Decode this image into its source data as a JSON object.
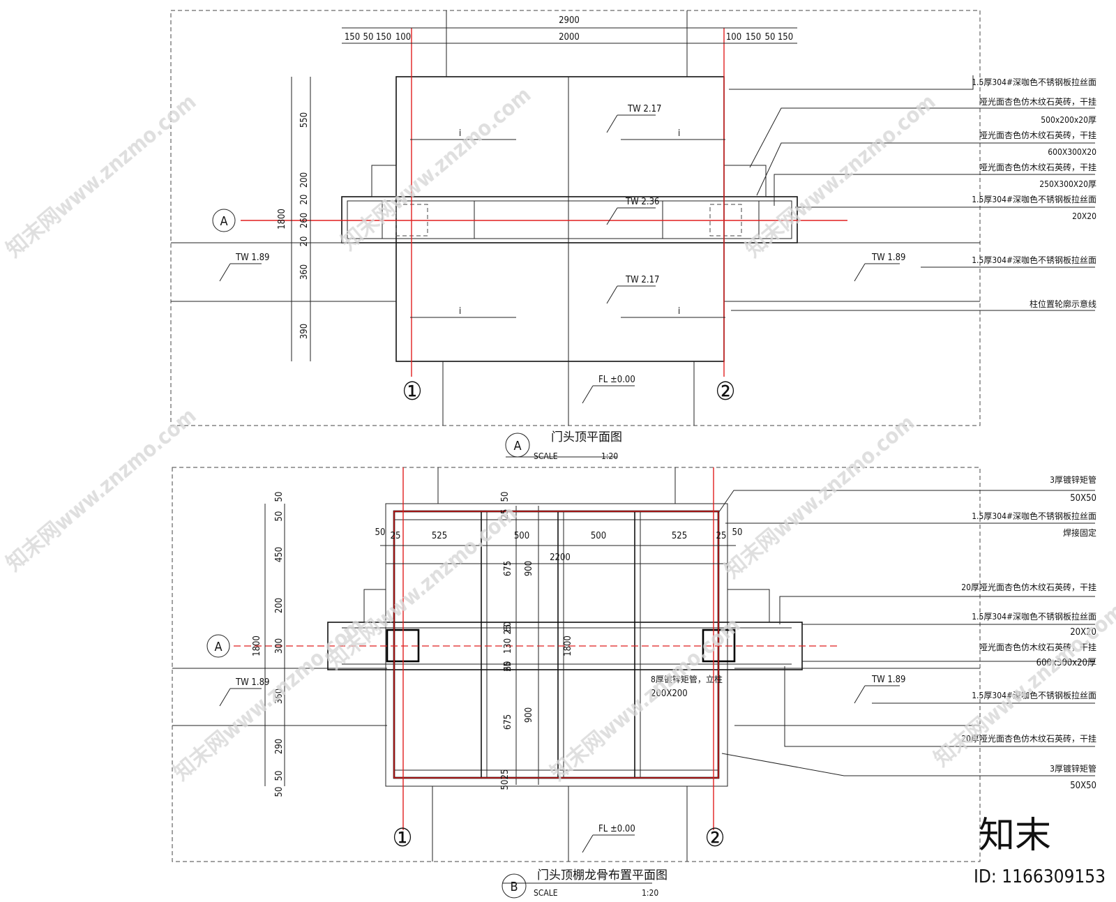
{
  "plan_a": {
    "dims_top": [
      "2900",
      "2000"
    ],
    "dims_top_left": [
      "150",
      "50",
      "150",
      "100"
    ],
    "dims_top_right": [
      "100",
      "150",
      "50",
      "150"
    ],
    "dims_left": [
      "550",
      "200",
      "20",
      "260",
      "20",
      "360",
      "390"
    ],
    "dim_total_left": "1800",
    "levels": [
      "TW 2.17",
      "TW 2.36",
      "TW 2.17",
      "TW 1.89",
      "TW 1.89",
      "FL ±0.00"
    ],
    "slope_mark": "i",
    "axis_a": "A",
    "grid_1": "①",
    "grid_2": "②",
    "notes": [
      "1.5厚304#深咖色不锈钢板拉丝面",
      "哑光面杏色仿木纹石英砖，干挂",
      "500x200x20厚",
      "哑光面杏色仿木纹石英砖，干挂",
      "600X300X20",
      "哑光面杏色仿木纹石英砖，干挂",
      "250X300X20厚",
      "1.5厚304#深咖色不锈钢板拉丝面",
      "20X20",
      "1.5厚304#深咖色不锈钢板拉丝面",
      "柱位置轮廓示意线"
    ],
    "title_symbol": "A",
    "title": "门头顶平面图",
    "scale_label": "SCALE",
    "scale_value": "1:20"
  },
  "plan_b": {
    "dims_top": [
      "50",
      "25",
      "525",
      "500",
      "500",
      "525",
      "25",
      "50"
    ],
    "dim_total_top": "2200",
    "dims_left": [
      "50",
      "50",
      "450",
      "200",
      "300",
      "360",
      "290",
      "50",
      "50"
    ],
    "dim_total_left": "1800",
    "dims_center": [
      "50",
      "25",
      "675",
      "900",
      "25",
      "60",
      "130",
      "60",
      "25",
      "675",
      "900",
      "25",
      "50",
      "1800"
    ],
    "levels": [
      "TW 1.89",
      "TW 1.89",
      "FL ±0.00"
    ],
    "axis_a": "A",
    "grid_1": "①",
    "grid_2": "②",
    "column_note": [
      "8厚镀锌矩管，立柱",
      "200X200"
    ],
    "notes": [
      "3厚镀锌矩管",
      "50X50",
      "1.5厚304#深咖色不锈钢板拉丝面",
      "焊接固定",
      "20厚哑光面杏色仿木纹石英砖，干挂",
      "1.5厚304#深咖色不锈钢板拉丝面",
      "20X20",
      "哑光面杏色仿木纹石英砖，干挂",
      "600x300x20厚",
      "1.5厚304#深咖色不锈钢板拉丝面",
      "20厚哑光面杏色仿木纹石英砖，干挂",
      "3厚镀锌矩管",
      "50X50"
    ],
    "title_symbol": "B",
    "title": "门头顶棚龙骨布置平面图",
    "scale_label": "SCALE",
    "scale_value": "1:20"
  },
  "watermark": {
    "site": "知末网www.znzmo.com",
    "logo": "知末",
    "id": "ID: 1166309153"
  },
  "colors": {
    "grid_line": "#e01e1e",
    "ink": "#111111",
    "watermark": "#d8d8d8"
  }
}
